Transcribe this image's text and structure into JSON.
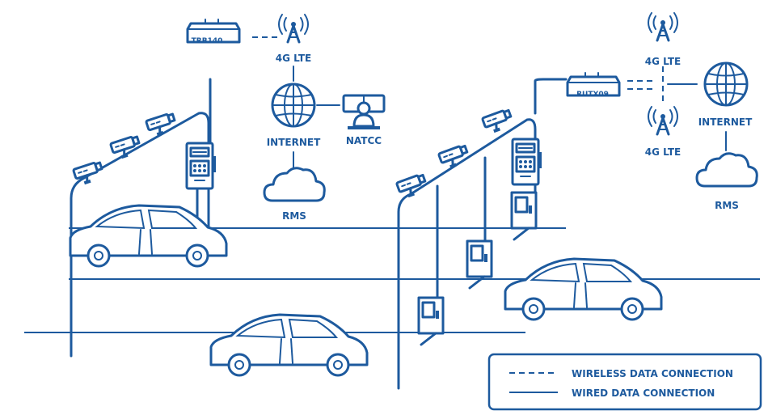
{
  "devices": {
    "left_router": "TRB140",
    "right_router": "RUTX09"
  },
  "labels": {
    "lte_left": "4G LTE",
    "lte_right_top": "4G LTE",
    "lte_right_bottom": "4G LTE",
    "internet_left": "INTERNET",
    "internet_right": "INTERNET",
    "natcc": "NATCC",
    "rms_left": "RMS",
    "rms_right": "RMS"
  },
  "legend": {
    "wireless": "WIRELESS DATA CONNECTION",
    "wired": "WIRED DATA CONNECTION"
  },
  "colors": {
    "line": "#1d5a9e",
    "background": "#ffffff"
  }
}
